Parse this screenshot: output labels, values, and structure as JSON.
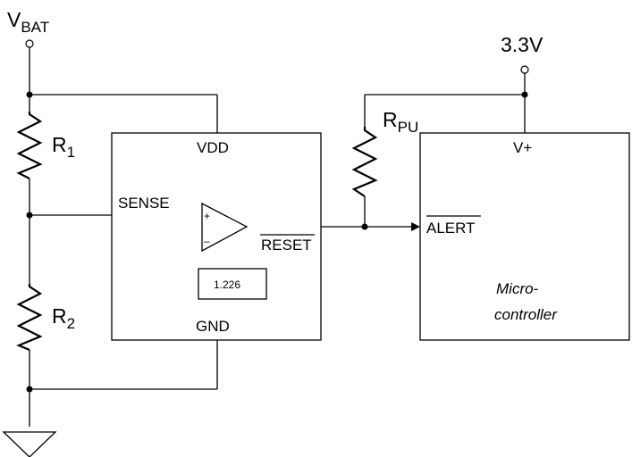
{
  "supply": {
    "vbat_main": "V",
    "vbat_sub": "BAT",
    "v33": "3.3V"
  },
  "resistors": {
    "r1_main": "R",
    "r1_sub": "1",
    "r2_main": "R",
    "r2_sub": "2",
    "rpu_main": "R",
    "rpu_sub": "PU"
  },
  "ic": {
    "vdd": "VDD",
    "sense": "SENSE",
    "gnd": "GND",
    "reset": "RESET",
    "comp_plus": "+",
    "comp_minus": "–",
    "vref": "1.226"
  },
  "mcu": {
    "vplus": "V+",
    "alert": "ALERT",
    "name_line1": "Micro-",
    "name_line2": "controller"
  }
}
